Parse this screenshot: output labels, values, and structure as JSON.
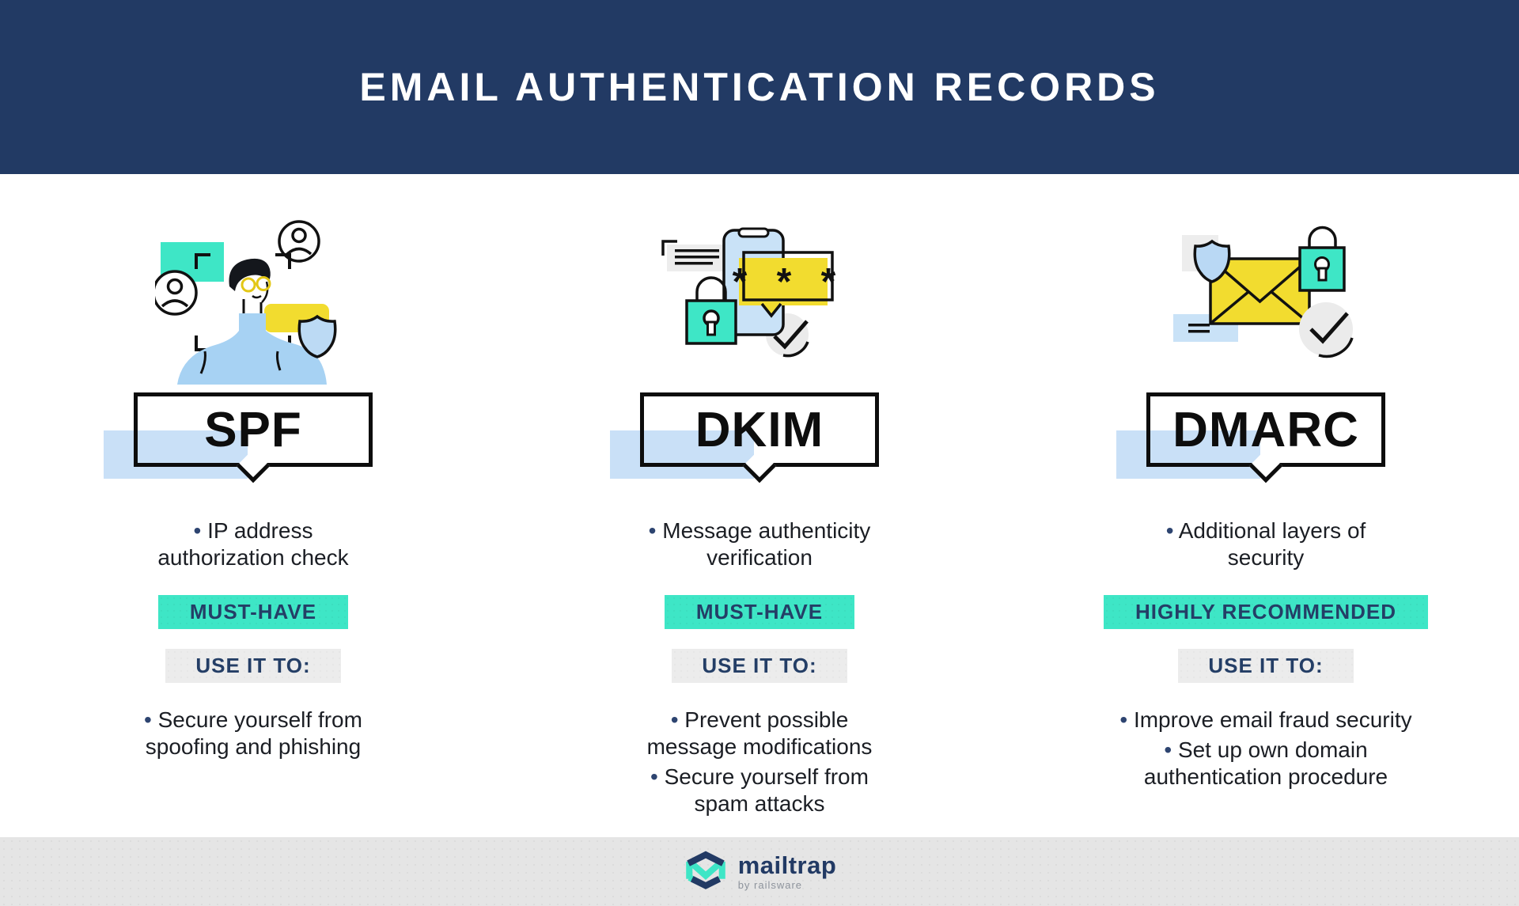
{
  "colors": {
    "header_navy": "#223a64",
    "teal": "#3ee6c6",
    "light_blue_highlight": "#c9e0f7",
    "illustration_blue": "#a7d2f3",
    "illustration_light_blue": "#c9e2f7",
    "yellow": "#f2dc2f",
    "text_dark": "#1b1e24",
    "bullet_navy": "#2d4470",
    "badge_text_navy": "#243e66",
    "gray_bg": "#ececec",
    "footer_bg": "#e5e5e5",
    "logo_gray": "#8d939c"
  },
  "header": {
    "title": "EMAIL AUTHENTICATION RECORDS"
  },
  "columns": [
    {
      "label": "SPF",
      "illustration_icons": [
        "teal-rectangle",
        "user-avatar",
        "user-avatar",
        "viewfinder-brackets",
        "person-with-glasses",
        "yellow-card",
        "shield"
      ],
      "top_bullets": [
        [
          "IP address",
          "authorization check"
        ]
      ],
      "badge": "MUST-HAVE",
      "use_label": "USE IT TO:",
      "bottom_bullets": [
        [
          "Secure yourself from",
          "spoofing and phishing"
        ]
      ]
    },
    {
      "label": "DKIM",
      "illustration_icons": [
        "document-lines",
        "smartphone",
        "password-bubble",
        "padlock",
        "check-circle"
      ],
      "illustration_text": "* * *",
      "top_bullets": [
        [
          "Message authenticity",
          "verification"
        ]
      ],
      "badge": "MUST-HAVE",
      "use_label": "USE IT TO:",
      "bottom_bullets": [
        [
          "Prevent possible",
          "message modifications"
        ],
        [
          "Secure yourself from",
          "spam attacks"
        ]
      ]
    },
    {
      "label": "DMARC",
      "illustration_icons": [
        "note-lines",
        "envelope",
        "shield",
        "padlock",
        "check-circle"
      ],
      "top_bullets": [
        [
          "Additional layers of",
          "security"
        ]
      ],
      "badge": "HIGHLY RECOMMENDED",
      "use_label": "USE IT TO:",
      "bottom_bullets": [
        [
          "Improve email fraud security"
        ],
        [
          "Set up own domain",
          "authentication procedure"
        ]
      ]
    }
  ],
  "footer": {
    "logo_text": "mailtrap",
    "logo_subtext": "by railsware"
  }
}
